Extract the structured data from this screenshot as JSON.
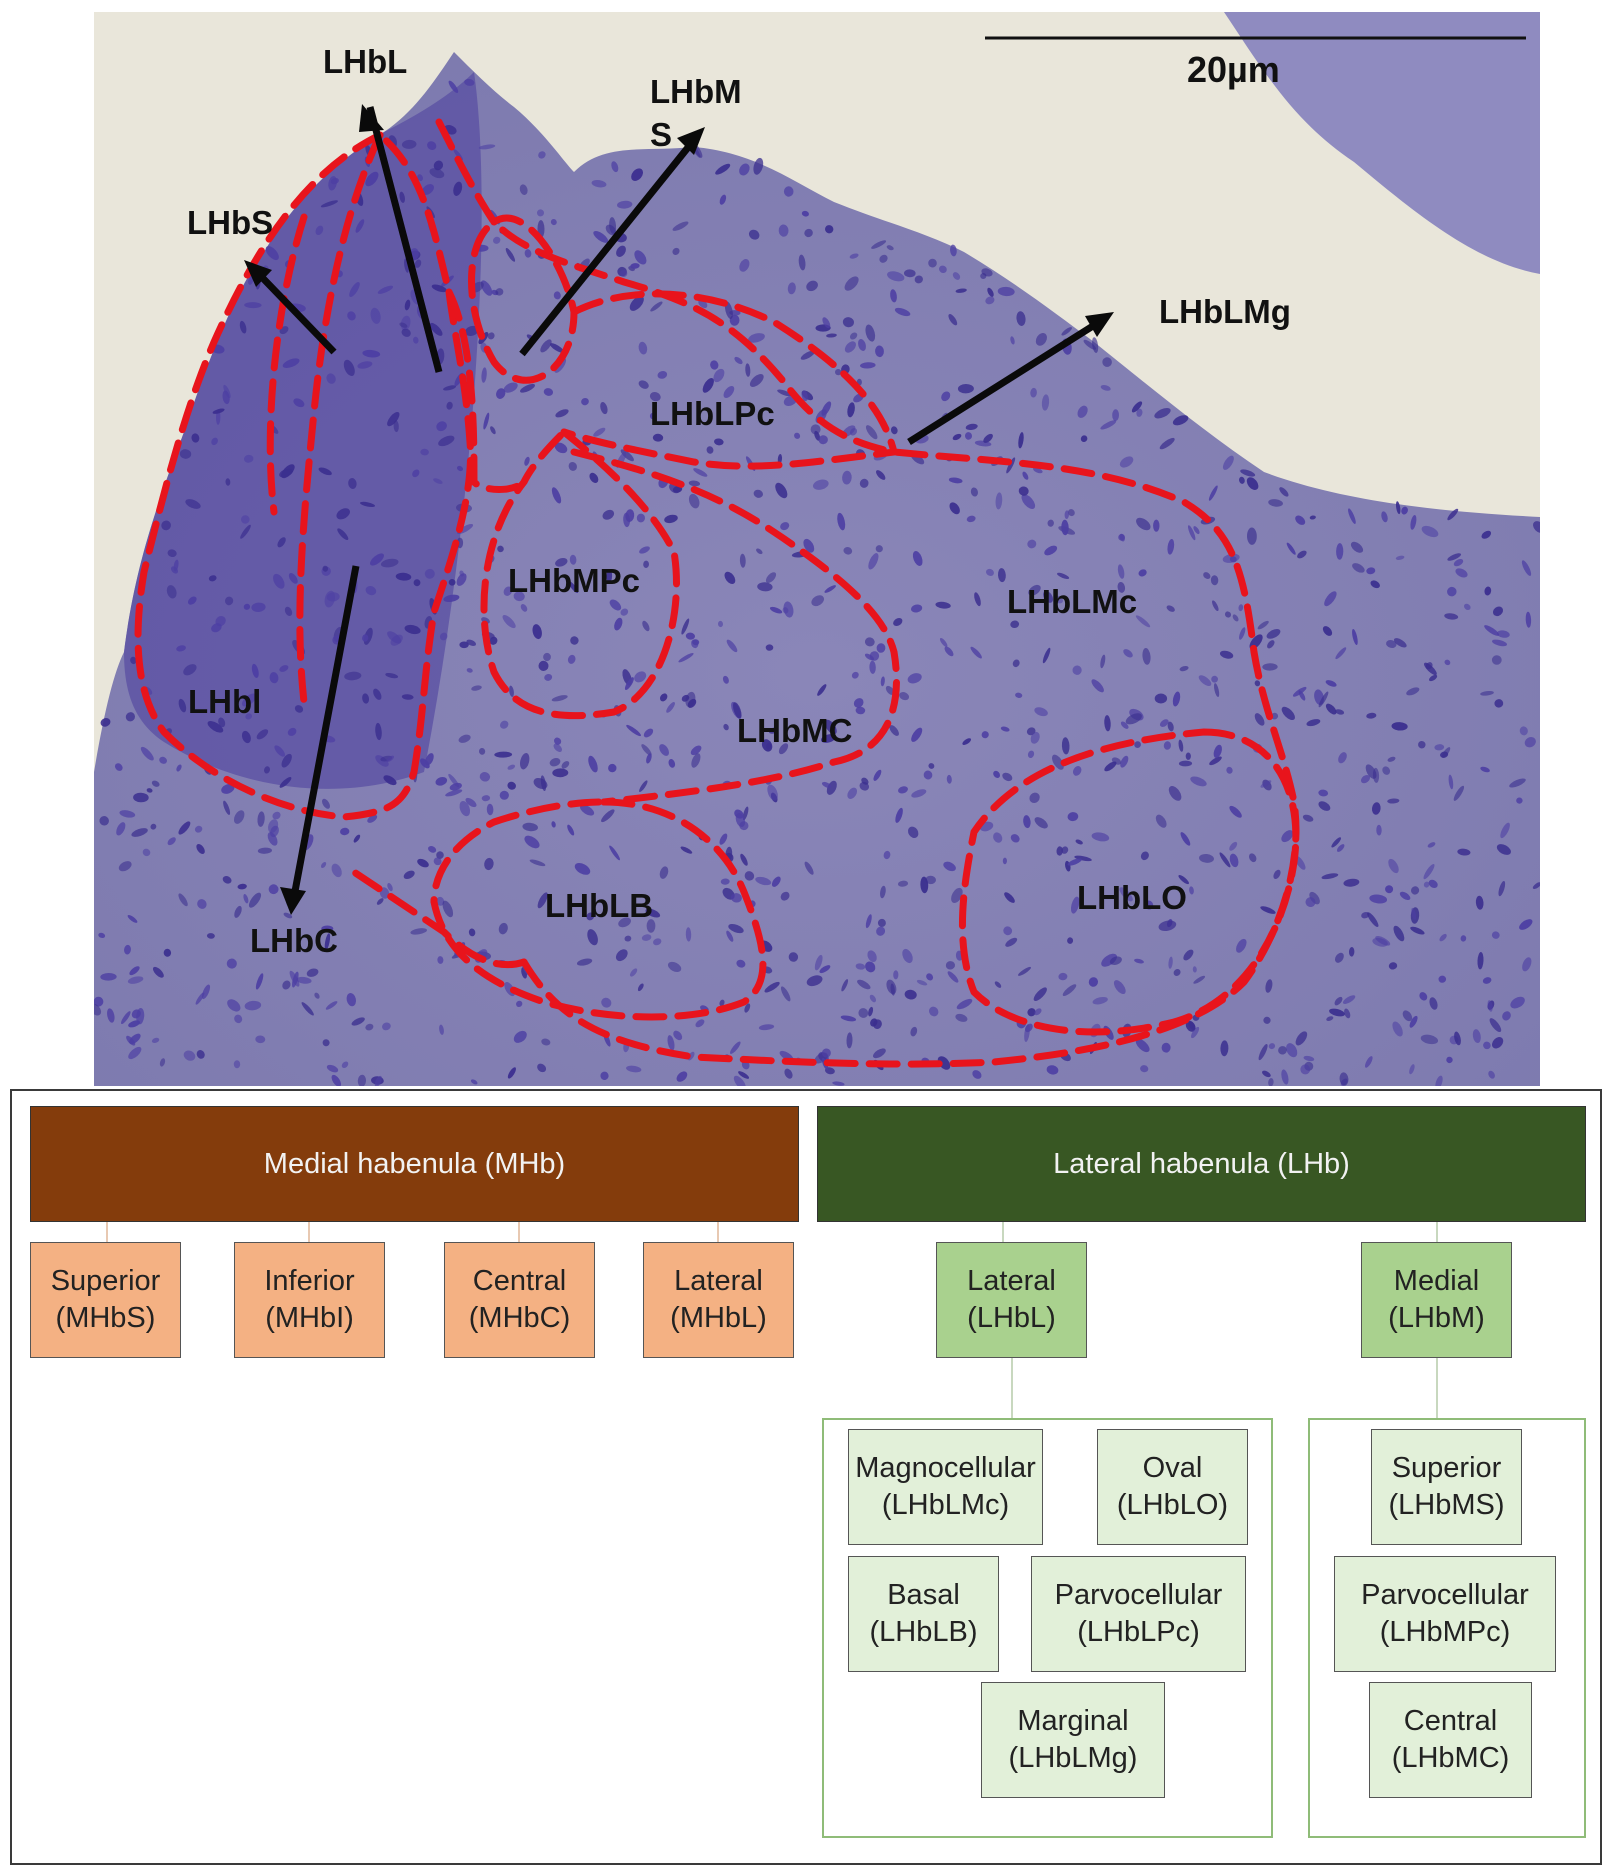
{
  "micrograph": {
    "scale_bar": "20µm",
    "labels": [
      "LHbL",
      "LHbM\nS",
      "LHbS",
      "LHbLMg",
      "LHbLPc",
      "LHbMPc",
      "LHbLMc",
      "LHbl",
      "LHbMC",
      "LHbLB",
      "LHbLO",
      "LHbC"
    ],
    "colors": {
      "stain": "#4a3f9e",
      "outline": "#e8141c",
      "background": "#e9e6da"
    }
  },
  "tree": {
    "mhb": {
      "title": "Medial habenula (MHb)",
      "children": [
        {
          "name": "Superior",
          "abbr": "(MHbS)"
        },
        {
          "name": "Inferior",
          "abbr": "(MHbI)"
        },
        {
          "name": "Central",
          "abbr": "(MHbC)"
        },
        {
          "name": "Lateral",
          "abbr": "(MHbL)"
        }
      ]
    },
    "lhb": {
      "title": "Lateral habenula (LHb)",
      "lateral": {
        "name": "Lateral",
        "abbr": "(LHbL)",
        "subnuclei": [
          {
            "name": "Magnocellular",
            "abbr": "(LHbLMc)"
          },
          {
            "name": "Oval",
            "abbr": "(LHbLO)"
          },
          {
            "name": "Basal",
            "abbr": "(LHbLB)"
          },
          {
            "name": "Parvocellular",
            "abbr": "(LHbLPc)"
          },
          {
            "name": "Marginal",
            "abbr": "(LHbLMg)"
          }
        ]
      },
      "medial": {
        "name": "Medial",
        "abbr": "(LHbM)",
        "subnuclei": [
          {
            "name": "Superior",
            "abbr": "(LHbMS)"
          },
          {
            "name": "Parvocellular",
            "abbr": "(LHbMPc)"
          },
          {
            "name": "Central",
            "abbr": "(LHbMC)"
          }
        ]
      }
    },
    "colors": {
      "mhb_header": "#843c0c",
      "lhb_header": "#385723",
      "mhb_child": "#f4b183",
      "lhb_child": "#a9d18e",
      "leaf": "#e2f0d9"
    }
  }
}
